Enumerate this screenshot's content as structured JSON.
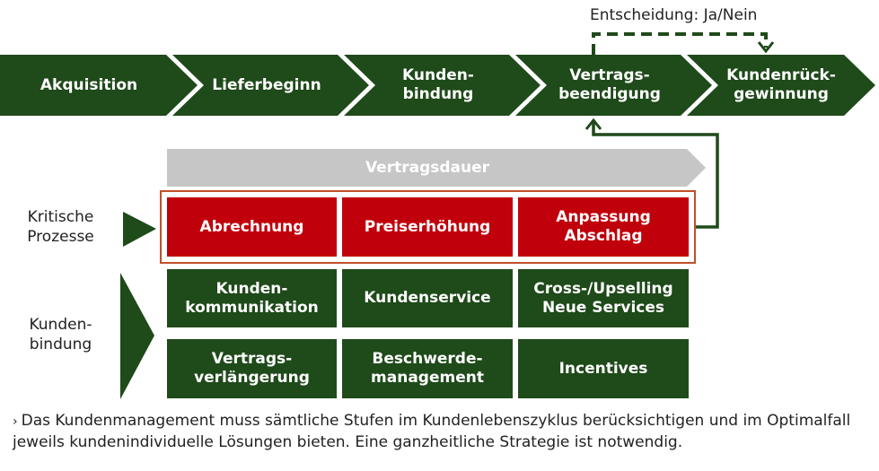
{
  "process_steps": [
    {
      "label": "Akquisition"
    },
    {
      "label": "Lieferbeginn"
    },
    {
      "label": "Kunden-\nbindung"
    },
    {
      "label": "Vertrags-\nbeendigung"
    },
    {
      "label": "Kundenrück-\ngewinnung"
    }
  ],
  "decision_label": "Entscheidung: Ja/Nein",
  "contract_duration_label": "Vertragsdauer",
  "critical_processes": {
    "label": "Kritische\nProzesse",
    "items": [
      "Abrechnung",
      "Preiserhöhung",
      "Anpassung\nAbschlag"
    ]
  },
  "customer_retention": {
    "label": "Kunden-\nbindung",
    "items": [
      "Kunden-\nkommunikation",
      "Kundenservice",
      "Cross-/Upselling\nNeue Services",
      "Vertrags-\nverlängerung",
      "Beschwerde-\nmanagement",
      "Incentives"
    ]
  },
  "footnote": {
    "marker": "›",
    "text": "Das Kundenmanagement muss sämtliche Stufen im Kundenlebenszyklus berücksichtigen und im Optimalfall jeweils kundenindividuelle Lösungen bieten. Eine ganzheitliche Strategie ist notwendig."
  },
  "colors": {
    "dark_green": "#1f4a1a",
    "red": "#c0000b",
    "grey": "#c6c6c6",
    "frame": "#c0502a"
  }
}
